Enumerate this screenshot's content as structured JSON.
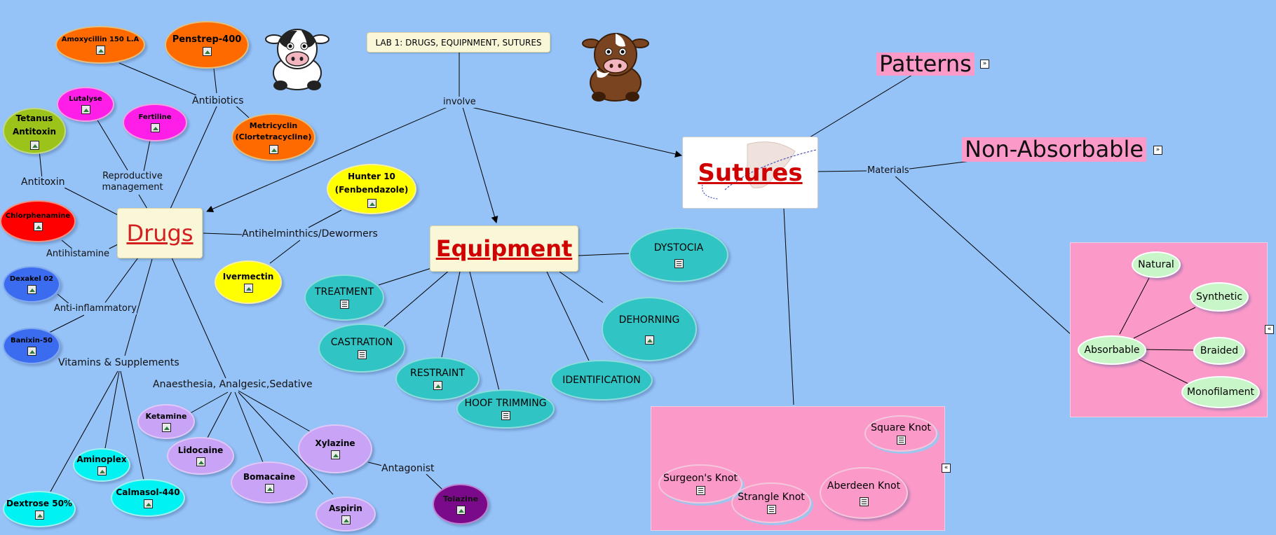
{
  "title": "LAB 1: DRUGS, EQUIPNMENT, SUTURES",
  "links": {
    "involve": "involve",
    "antibiotics": "Antibiotics",
    "reproductive": "Reproductive management",
    "antitoxin": "Antitoxin",
    "antihistamine": "Antihistamine",
    "antiinflammatory": "Anti-inflammatory",
    "vitamins": "Vitamins & Supplements",
    "anaesthesia": "Anaesthesia, Analgesic,Sedative",
    "antihelminthics": "Antihelminthics/Dewormers",
    "antagonist": "Antagonist",
    "materials": "Materials"
  },
  "main": {
    "drugs": "Drugs",
    "equipment": "Equipment",
    "sutures": "Sutures",
    "patterns": "Patterns",
    "nonabsorbable": "Non-Absorbable"
  },
  "drugs": {
    "amoxycillin": "Amoxycillin 150 L.A",
    "penstrep": "Penstrep-400",
    "metricyclin": "Metricyclin (Clortetracycline)",
    "lutalyse": "Lutalyse",
    "fertiline": "Fertiline",
    "tetanus": "Tetanus Antitoxin",
    "chlorphenamine": "Chlorphenamine",
    "dexakel": "Dexakel 02",
    "banixin": "Banixin-50",
    "aminoplex": "Aminoplex",
    "calmasol": "Calmasol-440",
    "dextrose": "Dextrose 50%",
    "ketamine": "Ketamine",
    "lidocaine": "Lidocaine",
    "bomacaine": "Bomacaine",
    "xylazine": "Xylazine",
    "aspirin": "Aspirin",
    "tolazine": "Tolazine",
    "hunter": "Hunter 10 (Fenbendazole)",
    "ivermectin": "Ivermectin"
  },
  "equipment": {
    "treatment": "TREATMENT",
    "castration": "CASTRATION",
    "restraint": "RESTRAINT",
    "hoof": "HOOF TRIMMING",
    "identification": "IDENTIFICATION",
    "dehorning": "DEHORNING",
    "dystocia": "DYSTOCIA"
  },
  "sutures": {
    "natural": "Natural",
    "synthetic": "Synthetic",
    "absorbable": "Absorbable",
    "braided": "Braided",
    "monofilament": "Monofilament",
    "square": "Square Knot",
    "surgeons": "Surgeon's Knot",
    "strangle": "Strangle Knot",
    "aberdeen": "Aberdeen Knot"
  },
  "colors": {
    "background": "#95c2f7",
    "antibiotic": "#ff6a00",
    "reproductive": "#ff1ee8",
    "antitoxin": "#9bc31a",
    "antihistamine": "#ff0000",
    "antiinflammatory": "#3b6cf0",
    "vitamins": "#00f2f2",
    "anaesthesia": "#c9a3f6",
    "tolazine": "#7b0a8a",
    "dewormer": "#ffff00",
    "equipment": "#30c4c4",
    "suture_panel": "#fb99c9",
    "suture_node": "#c8f6c8",
    "title_red": "#d00000"
  }
}
